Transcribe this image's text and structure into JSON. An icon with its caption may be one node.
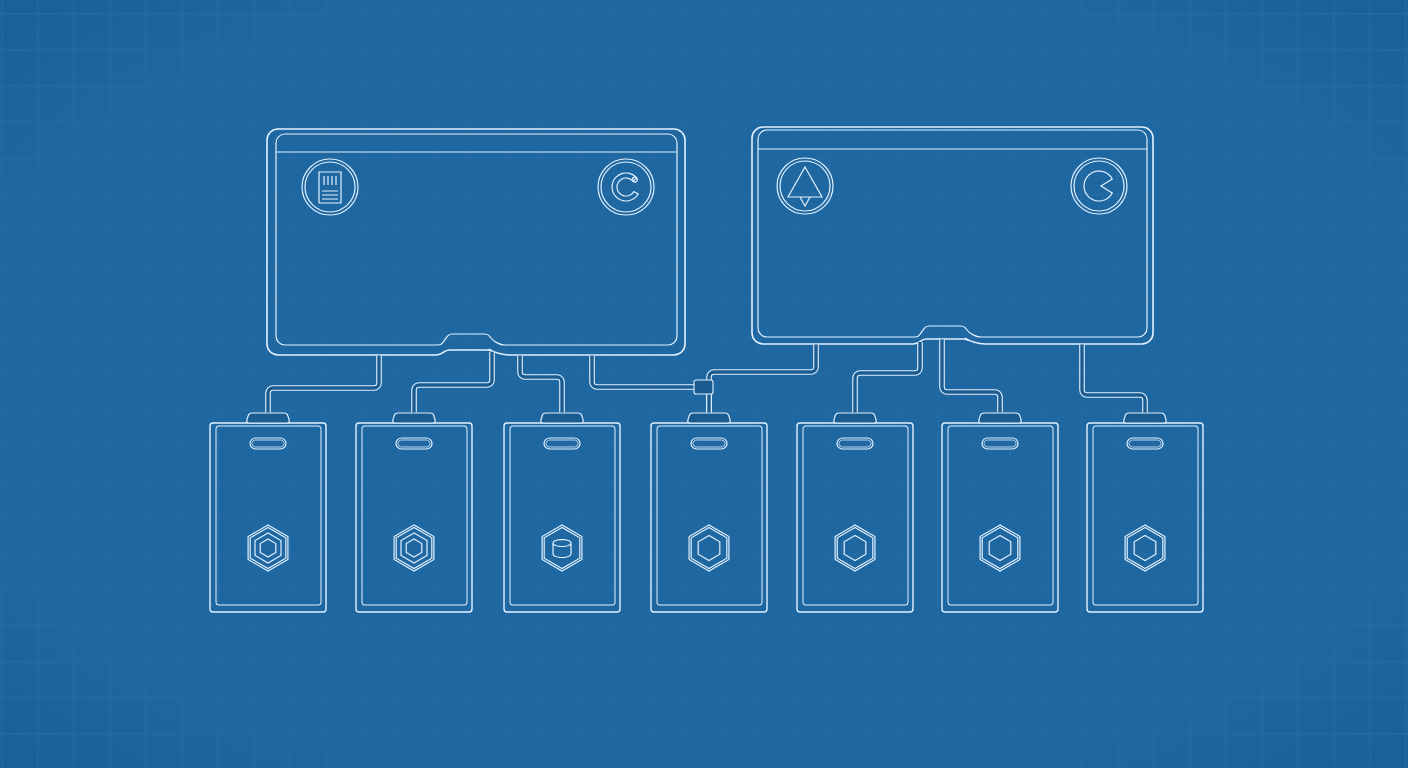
{
  "diagram": {
    "nodes": [
      {
        "text": [],
        "shape": "box"
      },
      {
        "text": [],
        "shape": "box"
      },
      {
        "text": [],
        "shape": "card"
      },
      {
        "text": [],
        "shape": "card"
      },
      {
        "text": [],
        "shape": "card"
      },
      {
        "text": [],
        "shape": "card"
      },
      {
        "text": [],
        "shape": "card"
      },
      {
        "text": [],
        "shape": "card"
      },
      {
        "text": [],
        "shape": "card"
      }
    ],
    "edges": [
      {
        "from": 0,
        "to": 2,
        "arrow": "none"
      },
      {
        "from": 0,
        "to": 3,
        "arrow": "none"
      },
      {
        "from": 0,
        "to": 4,
        "arrow": "none"
      },
      {
        "from": 0,
        "to": 5,
        "arrow": "none"
      },
      {
        "from": 1,
        "to": 5,
        "arrow": "none"
      },
      {
        "from": 1,
        "to": 6,
        "arrow": "none"
      },
      {
        "from": 1,
        "to": 7,
        "arrow": "none"
      },
      {
        "from": 1,
        "to": 8,
        "arrow": "none"
      }
    ]
  }
}
